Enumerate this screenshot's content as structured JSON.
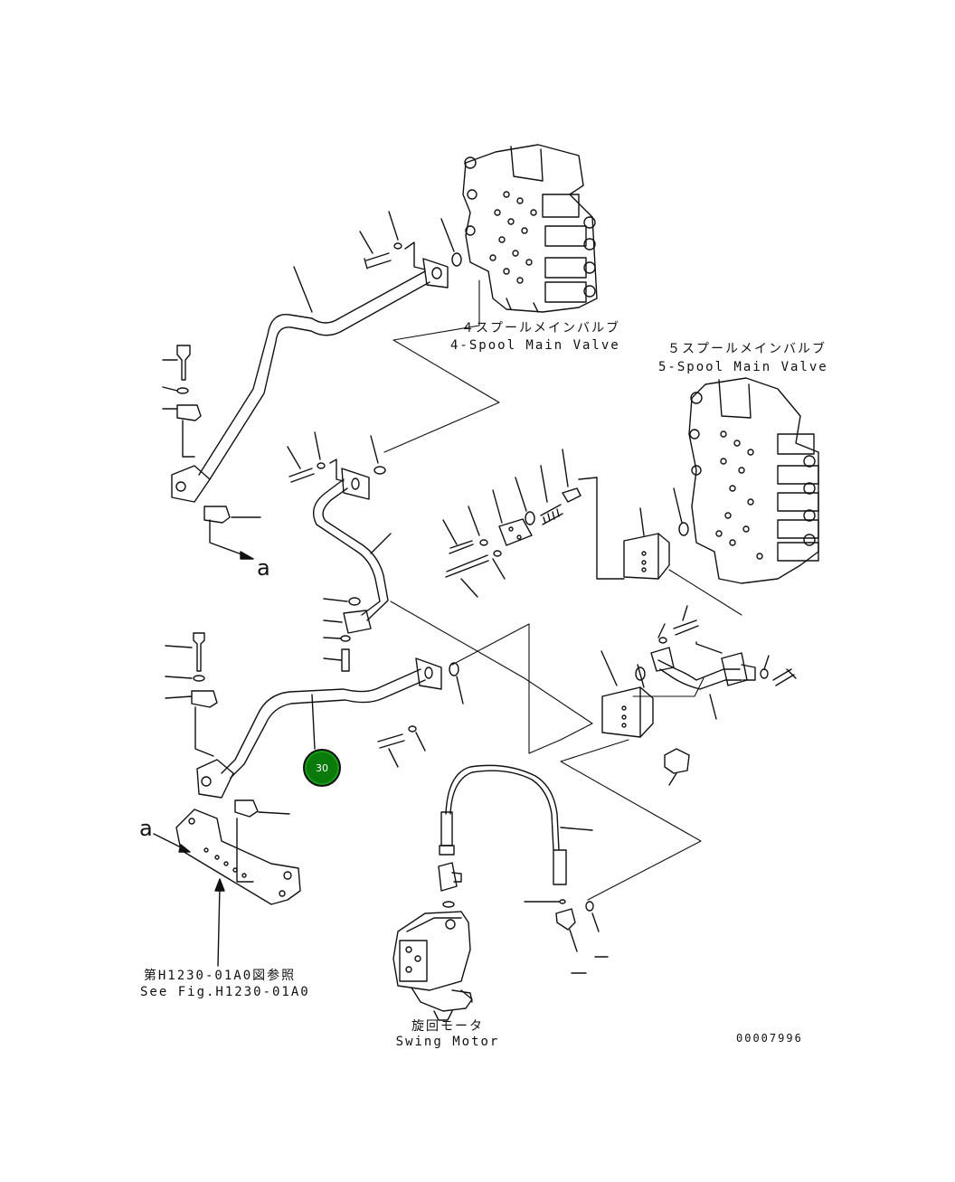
{
  "labels": {
    "valve4_jp": "４スプールメインバルブ",
    "valve4_en": "4-Spool Main Valve",
    "valve5_jp": "５スプールメインバルブ",
    "valve5_en": "5-Spool Main Valve",
    "ref_jp": "第H1230-01A0図参照",
    "ref_en": "See Fig.H1230-01A0",
    "motor_jp": "旋回モータ",
    "motor_en": "Swing Motor",
    "drawing_no": "00007996",
    "view_a_upper": "a",
    "view_a_lower": "a"
  },
  "callouts": [
    {
      "number": "30",
      "color": "#0a7a0a"
    }
  ]
}
